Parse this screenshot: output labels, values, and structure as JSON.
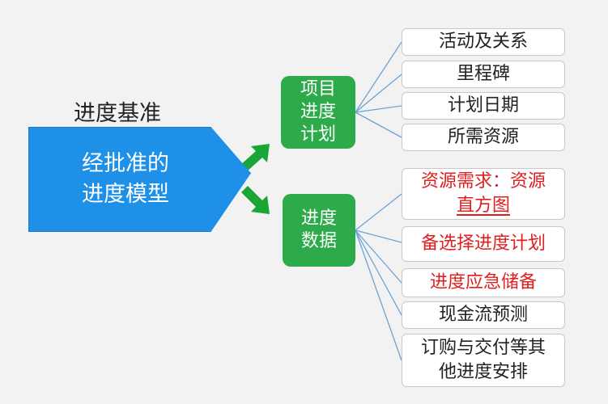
{
  "baseline": {
    "label": "进度基准",
    "model_line1": "经批准的",
    "model_line2": "进度模型"
  },
  "plan": {
    "line1": "项目",
    "line2": "进度",
    "line3": "计划"
  },
  "data": {
    "line1": "进度",
    "line2": "数据"
  },
  "plan_items": [
    {
      "label": "活动及关系"
    },
    {
      "label": "里程碑"
    },
    {
      "label": "计划日期"
    },
    {
      "label": "所需资源"
    }
  ],
  "data_items": [
    {
      "line1": "资源需求：资源",
      "line2": "直方图",
      "color": "#e02020"
    },
    {
      "label": "备选择进度计划",
      "color": "#e02020"
    },
    {
      "label": "进度应急储备",
      "color": "#e02020"
    },
    {
      "label": "现金流预测",
      "color": "#222222"
    },
    {
      "line1": "订购与交付等其",
      "line2": "他进度安排",
      "color": "#222222"
    }
  ],
  "colors": {
    "pentagon": "#1e90e8",
    "green_box": "#2daa4a",
    "arrow": "#1aa536",
    "connector": "#6ba3d6"
  }
}
